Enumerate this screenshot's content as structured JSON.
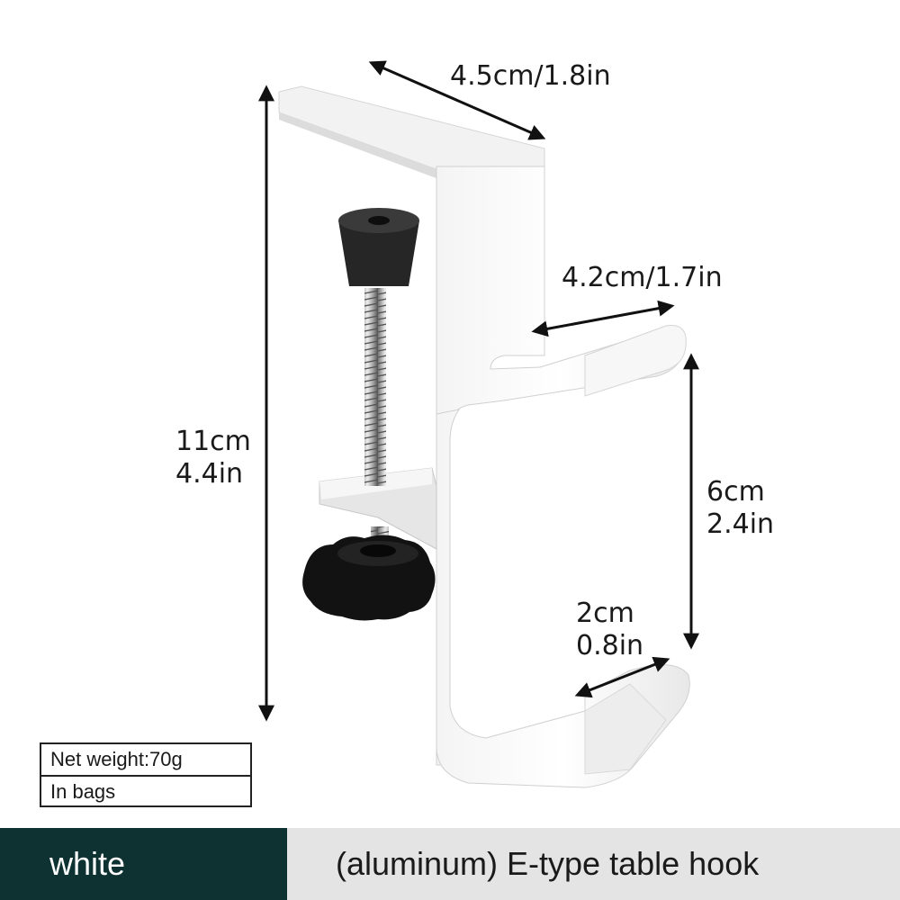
{
  "dimensions": {
    "top_width": {
      "label": "4.5cm/1.8in"
    },
    "arm_length": {
      "label": "4.2cm/1.7in"
    },
    "total_height": {
      "cm": "11cm",
      "in": "4.4in"
    },
    "hook_height": {
      "cm": "6cm",
      "in": "2.4in"
    },
    "hook_width": {
      "cm": "2cm",
      "in": "0.8in"
    }
  },
  "specs": [
    {
      "text": "Net weight:70g"
    },
    {
      "text": "In bags"
    }
  ],
  "bottom_bar": {
    "color_label": "white",
    "product_name": "(aluminum)  E-type table hook",
    "color_bg": "#0e3132",
    "name_bg": "#e4e4e4"
  },
  "product": {
    "icon": "e-type-table-hook-clamp"
  }
}
